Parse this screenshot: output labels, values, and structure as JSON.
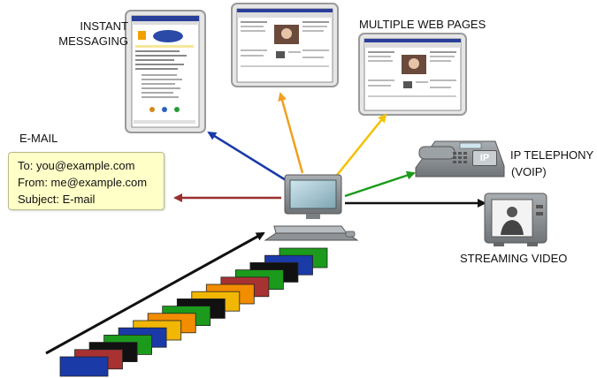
{
  "labels": {
    "instant_messaging_line1": "INSTANT",
    "instant_messaging_line2": "MESSAGING",
    "multiple_web_pages": "MULTIPLE WEB PAGES",
    "email": "E-MAIL",
    "ip_telephony_line1": "IP TELEPHONY",
    "ip_telephony_line2": "(VOIP)",
    "streaming_video": "STREAMING VIDEO"
  },
  "email_message": {
    "to": "To: you@example.com",
    "from": "From: me@example.com",
    "subject": "Subject: E-mail"
  },
  "phone_badge": "IP",
  "packet_stream_colors": [
    "#1a3aa8",
    "#a83232",
    "#111111",
    "#1c9a1c",
    "#1a3aa8",
    "#f2b705",
    "#f28c00",
    "#1c9a1c",
    "#111111",
    "#f2b705",
    "#f28c00",
    "#a83232",
    "#1c9a1c",
    "#111111",
    "#1a3aa8",
    "#1c9a1c"
  ],
  "arrow_colors": {
    "instant_messaging": "#1a3aa8",
    "web_page_1": "#f0a020",
    "web_page_2": "#f2c200",
    "email": "#9a2f2f",
    "ip_telephony": "#1a9a1a",
    "streaming_video": "#111111",
    "incoming_stream": "#111111"
  }
}
